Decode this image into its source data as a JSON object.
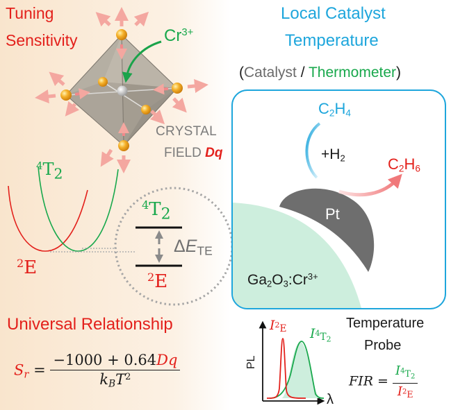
{
  "left_panel": {
    "tuning_line1": "Tuning",
    "tuning_line2": "Sensitivity",
    "cr_ion": "Cr",
    "cr_charge": "3+",
    "crystal_line1": "CRYSTAL",
    "crystal_line2": "FIELD",
    "dq": "Dq",
    "t2_sup": "4",
    "t2_main": "T",
    "t2_sub": "2",
    "e_sup": "2",
    "e_main": "E",
    "delta_prefix": "Δ",
    "delta_e": "E",
    "delta_sub": "TE",
    "universal": "Universal Relationship",
    "formula": {
      "lhs_main": "S",
      "lhs_sub": "r",
      "equals": " = ",
      "num_text": "−1000 + 0.64",
      "num_dq": "Dq",
      "den_k": "k",
      "den_b": "B",
      "den_t": "T",
      "den_exp": "2"
    }
  },
  "right_panel": {
    "title_line1": "Local Catalyst",
    "title_line2": "Temperature",
    "paren_open": "(",
    "catalyst_word": "Catalyst",
    "slash": " / ",
    "thermometer_word": "Thermometer",
    "paren_close": ")",
    "c2h4": {
      "c": "C",
      "n1": "2",
      "h": "H",
      "n2": "4"
    },
    "h2": {
      "plus": "+H",
      "n": "2"
    },
    "c2h6": {
      "c": "C",
      "n1": "2",
      "h": "H",
      "n2": "6"
    },
    "pt": "Pt",
    "support": {
      "g": "Ga",
      "n1": "2",
      "o": "O",
      "n2": "3",
      "rest": ":Cr",
      "charge": "3+"
    },
    "probe_line1": "Temperature",
    "probe_line2": "Probe",
    "pl_axis": "PL",
    "lambda_axis": "λ",
    "i_letter": "I",
    "e_sup": "2",
    "e_main": "E",
    "t_sup": "4",
    "t_main": "T",
    "t_sub": "2",
    "fir": "FIR",
    "fir_equals": " = "
  },
  "colors": {
    "red": "#e3201b",
    "green": "#18a84c",
    "blue": "#1ea6dc",
    "peach_background": "#fbeedd",
    "mint_support": "#cdeedd",
    "pt_grey": "#6e6e6e"
  }
}
